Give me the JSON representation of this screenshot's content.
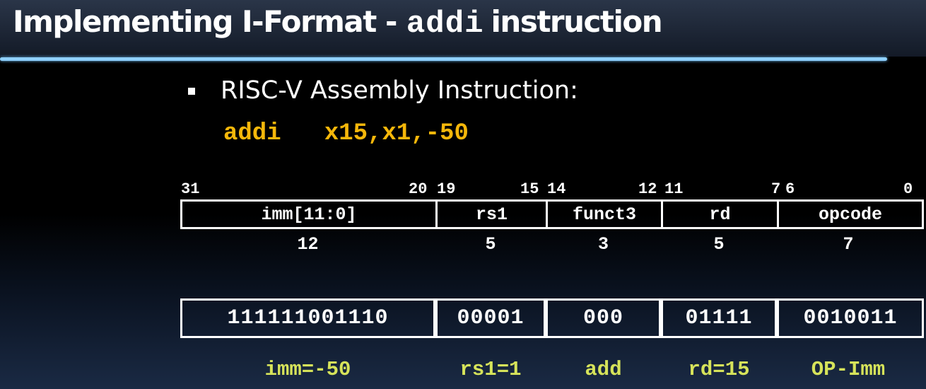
{
  "title": {
    "prefix": "Implementing I-Format -",
    "mono": "addi",
    "suffix": "instruction"
  },
  "bullet": {
    "text": "RISC-V Assembly Instruction:",
    "assembly": "addi   x15,x1,-50"
  },
  "bit_numbers": [
    "31",
    "20",
    "19",
    "15",
    "14",
    "12",
    "11",
    "7",
    "6",
    "0"
  ],
  "format_fields": [
    "imm[11:0]",
    "rs1",
    "funct3",
    "rd",
    "opcode"
  ],
  "field_widths": [
    "12",
    "5",
    "3",
    "5",
    "7"
  ],
  "binary_values": [
    "111111001110",
    "00001",
    "000",
    "01111",
    "0010011"
  ],
  "meanings": [
    "imm=-50",
    "rs1=1",
    "add",
    "rd=15",
    "OP-Imm"
  ],
  "colors": {
    "assembly": "#f5b70a",
    "meanings": "#d6e35a",
    "rule": "#8fd0ff"
  }
}
